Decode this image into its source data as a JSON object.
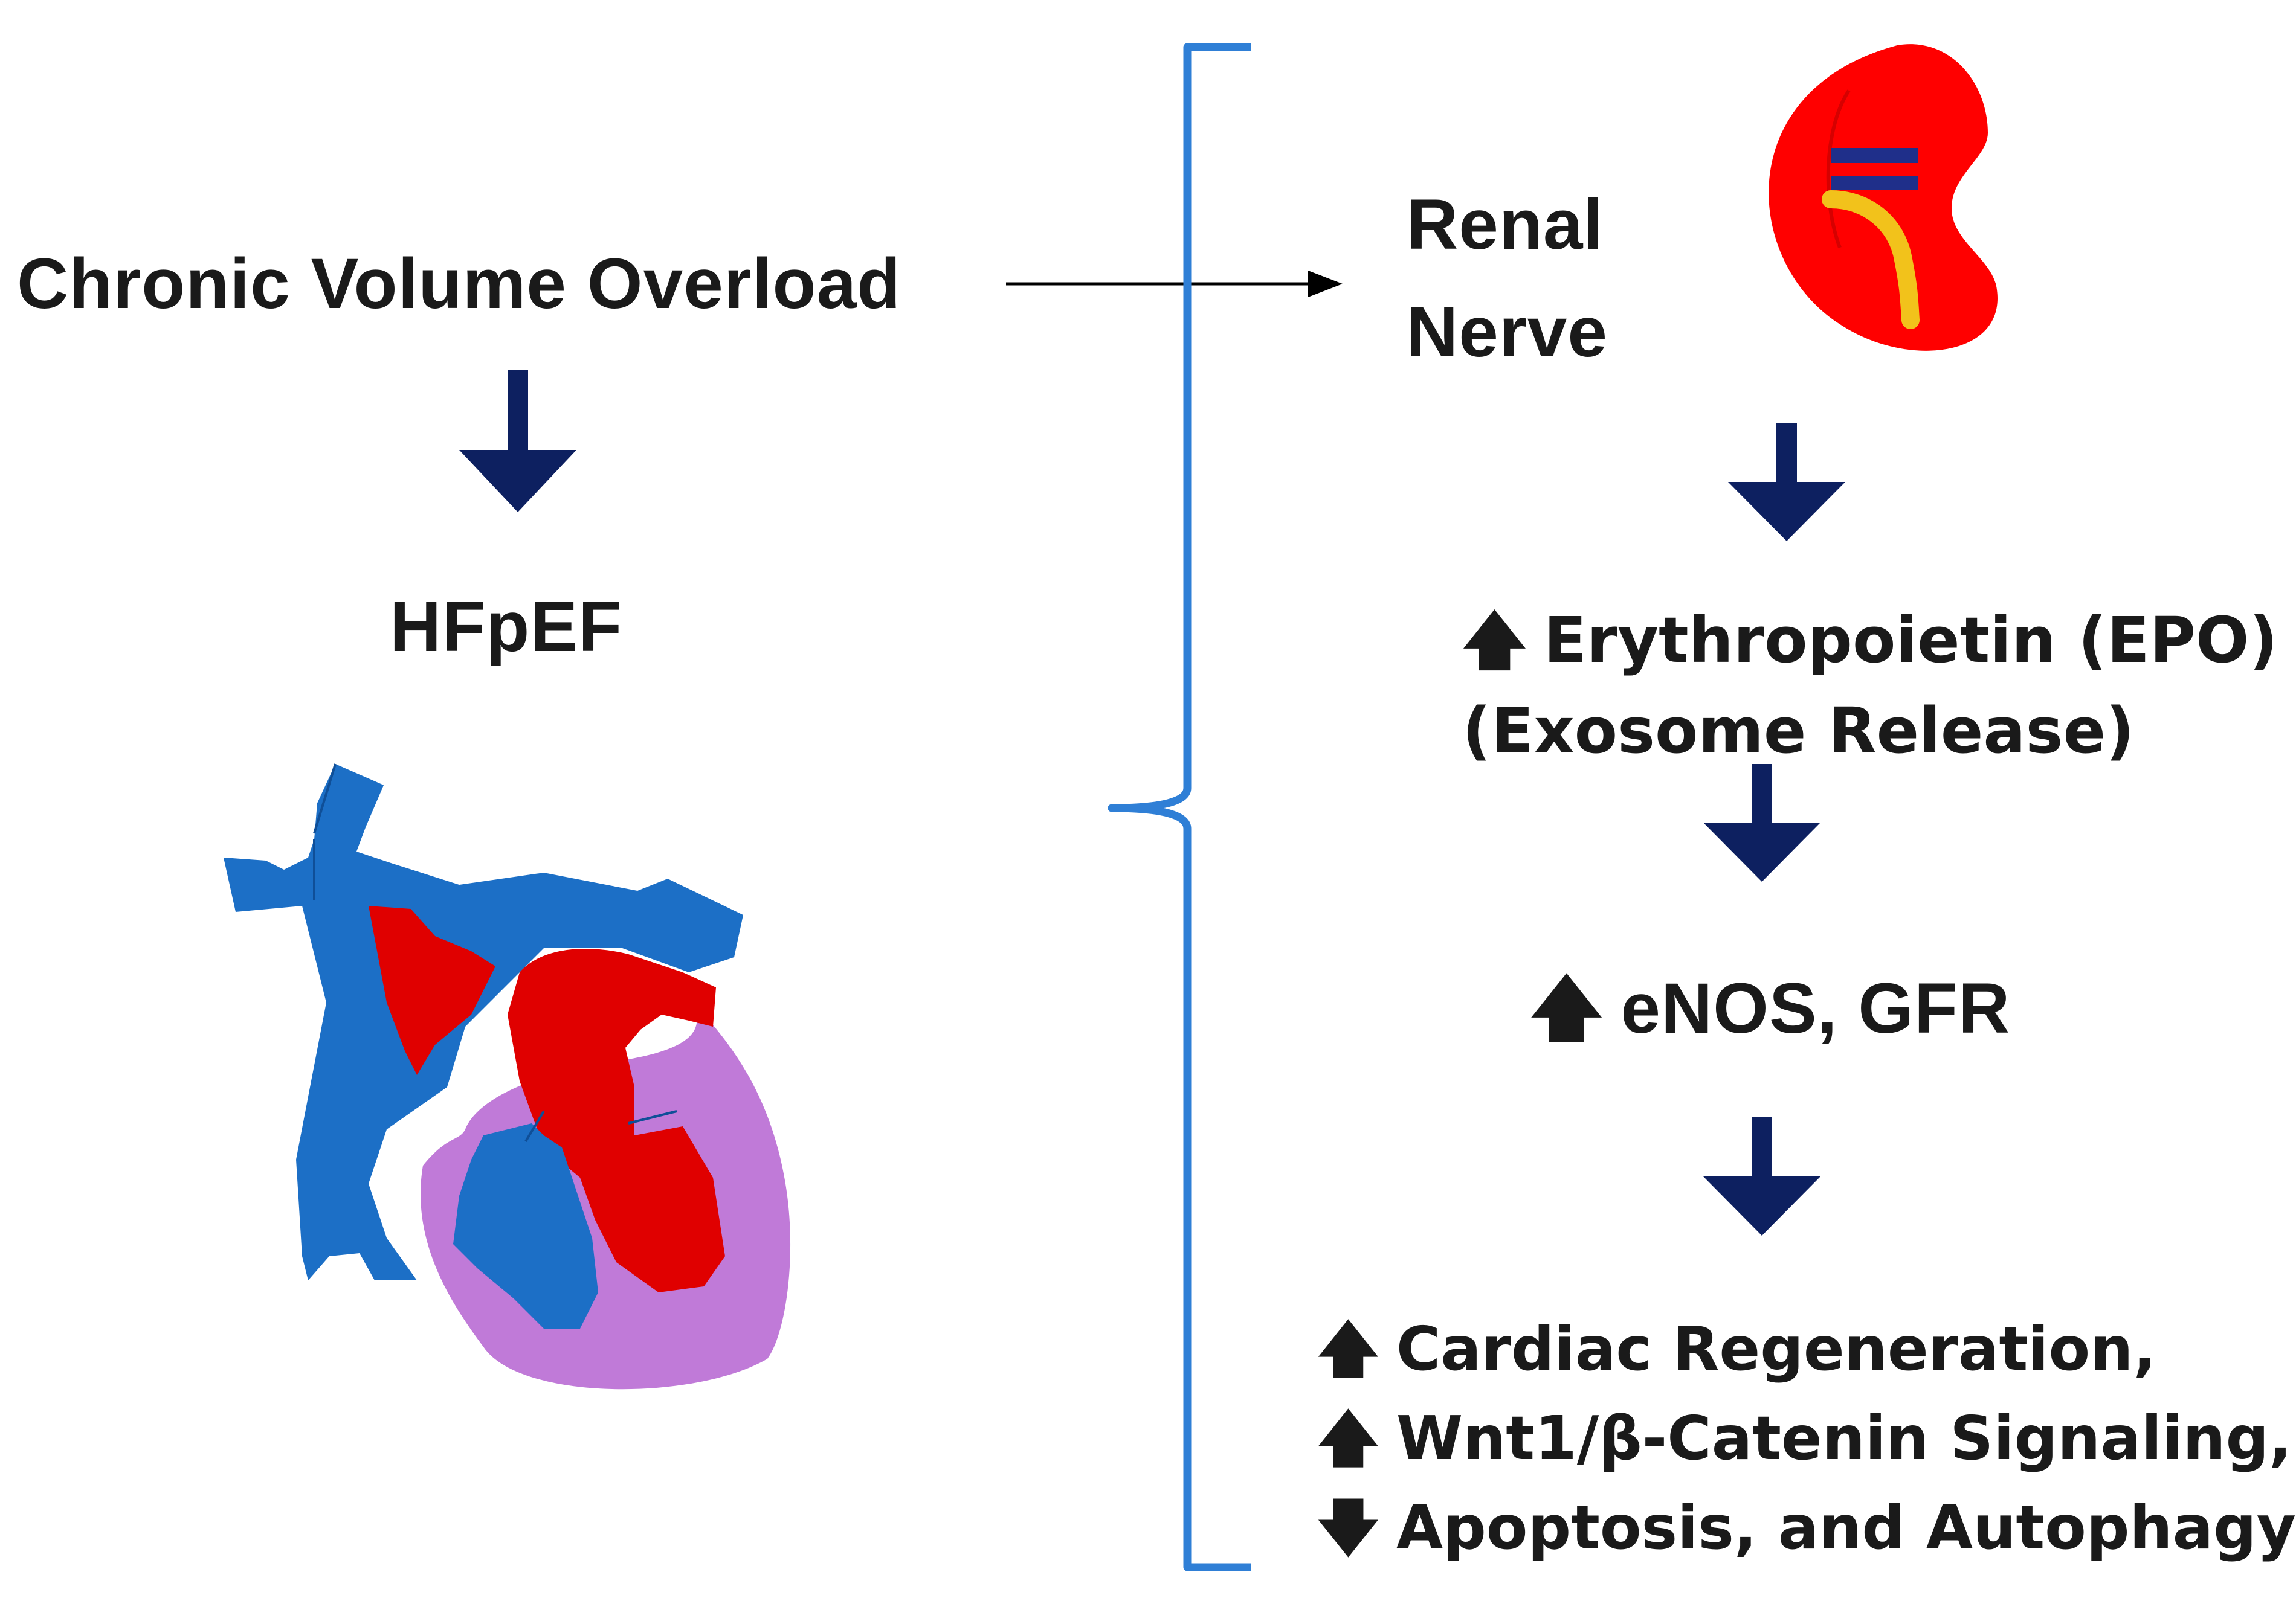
{
  "title": "",
  "labels": {
    "trigger": "Chronic Volume Overload",
    "condition": "HFpEF",
    "renal_nerve_line1": "Renal",
    "renal_nerve_line2": "Nerve",
    "epo_line1": "Erythropoietin (EPO)",
    "epo_line2": "(Exosome Release)",
    "enos": "eNOS, GFR",
    "outcome_line1": "Cardiac Regeneration,",
    "outcome_line2": "Wnt1/β-Catenin Signaling,",
    "outcome_line3": "Apoptosis, and Autophagy"
  },
  "glyphs": {
    "increase": "🡅",
    "decrease": "🡇"
  },
  "icons": [
    "heart-illustration",
    "kidney-illustration",
    "curly-brace",
    "down-arrow",
    "right-arrow"
  ],
  "colors": {
    "arrow_navy": "#0d2060",
    "brace_blue": "#2f7fd6",
    "heart_blue": "#1c6fc6",
    "heart_red": "#e00000",
    "heart_purple": "#c07ad8",
    "kidney_red": "#ff0000",
    "ureter_yellow": "#f2c21b",
    "vein_navy": "#1f2f8a"
  }
}
